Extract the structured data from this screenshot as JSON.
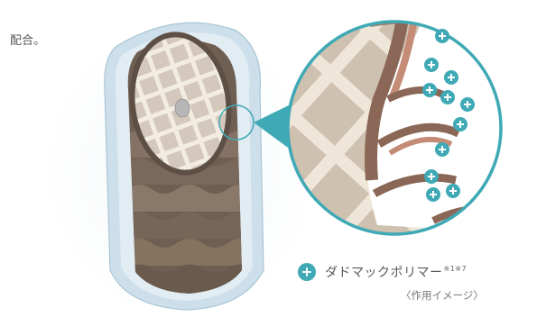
{
  "top_fragment_text": "配合。",
  "legend": {
    "icon": "plus-circle-icon",
    "label": "ダドマックポリマー",
    "note": "※1※7"
  },
  "caption": "〈作用イメージ〉",
  "colors": {
    "teal": "#3fa9b5",
    "coating_blue": "#c8dce8",
    "hair_brown": "#7d6b5e",
    "cortex_beige": "#d9cfc3",
    "cuticle_pink": "#c58f7c"
  }
}
